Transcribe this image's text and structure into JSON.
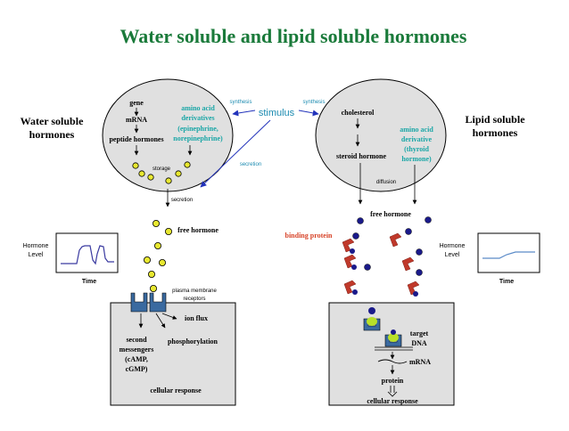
{
  "title": "Water soluble and lipid soluble hormones",
  "left": {
    "heading_line1": "Water  soluble",
    "heading_line2": "hormones",
    "gene": "gene",
    "mrna": "mRNA",
    "peptide": "peptide hormones",
    "amino_line1": "amino acid",
    "amino_line2": "derivatives",
    "amino_line3": "(epinephrine,",
    "amino_line4": "norepinephrine)",
    "storage": "storage",
    "secretion": "secretion",
    "free_hormone": "free hormone",
    "receptors_line1": "plasma membrane",
    "receptors_line2": "receptors",
    "ion_flux": "ion flux",
    "second_line1": "second",
    "second_line2": "messengers",
    "second_line3": "(cAMP,",
    "second_line4": "cGMP)",
    "phosphorylation": "phosphorylation",
    "cellular_response": "cellular response",
    "graph_label_line1": "Hormone",
    "graph_label_line2": "Level",
    "graph_time": "Time"
  },
  "center": {
    "stimulus": "stimulus",
    "synthesis_left": "synthesis",
    "synthesis_right": "synthesis",
    "secretion": "secretion"
  },
  "right": {
    "heading_line1": "Lipid soluble",
    "heading_line2": "hormones",
    "cholesterol": "cholesterol",
    "steroid": "steroid hormone",
    "amino_line1": "amino acid",
    "amino_line2": "derivative",
    "amino_line3": "(thyroid",
    "amino_line4": "hormone)",
    "diffusion": "diffusion",
    "free_hormone": "free hormone",
    "binding_protein": "binding protein",
    "target_dna_line1": "target",
    "target_dna_line2": "DNA",
    "mrna": "mRNA",
    "protein": "protein",
    "cellular_response": "cellular response",
    "graph_label_line1": "Hormone",
    "graph_label_line2": "Level",
    "graph_time": "Time"
  },
  "colors": {
    "title": "#1a7a3a",
    "amino": "#1aa6a6",
    "blue_text": "#1a8ab0",
    "binding": "#d8452a",
    "arrow_blue": "#2233bb",
    "hormone_yellow": "#e8e830",
    "hormone_blue": "#1a1a8a",
    "receptor": "#3a6aa0",
    "binding_red": "#c0392b",
    "cell_fill": "#e0e0e0",
    "curve": "#3a3aa0",
    "curve_right": "#5a8ac8",
    "dna_green": "#b8e02a"
  }
}
